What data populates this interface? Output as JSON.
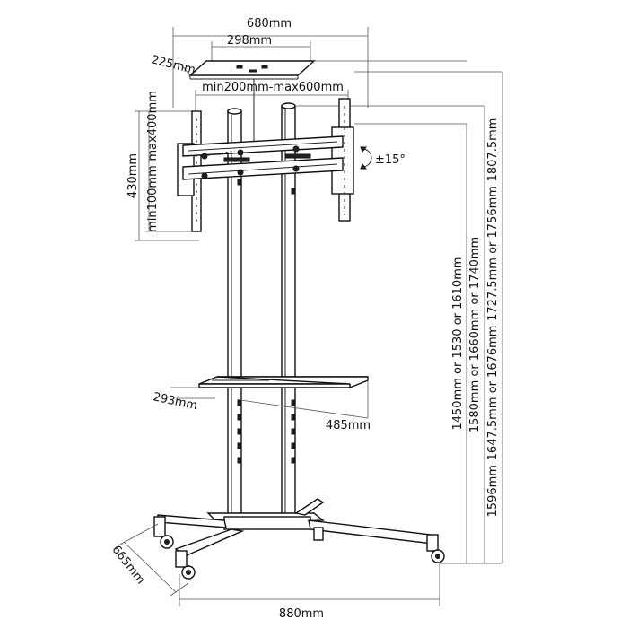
{
  "dimensions": {
    "top_width": "680mm",
    "tray_width": "298mm",
    "tray_depth": "225mm",
    "vesa_horizontal": "min200mm-max600mm",
    "vesa_vertical": "min100mm-max400mm",
    "bracket_height": "430mm",
    "tilt": "±15°",
    "shelf_depth": "293mm",
    "shelf_width": "485mm",
    "height_center": "1450mm  or 1530  or 1610mm",
    "height_top": "1580mm or 1660mm or 1740mm",
    "height_full": "1596mm-1647.5mm or 1676mm-1727.5mm or 1756mm-1807.5mm",
    "base_depth": "665mm",
    "base_width": "880mm"
  }
}
